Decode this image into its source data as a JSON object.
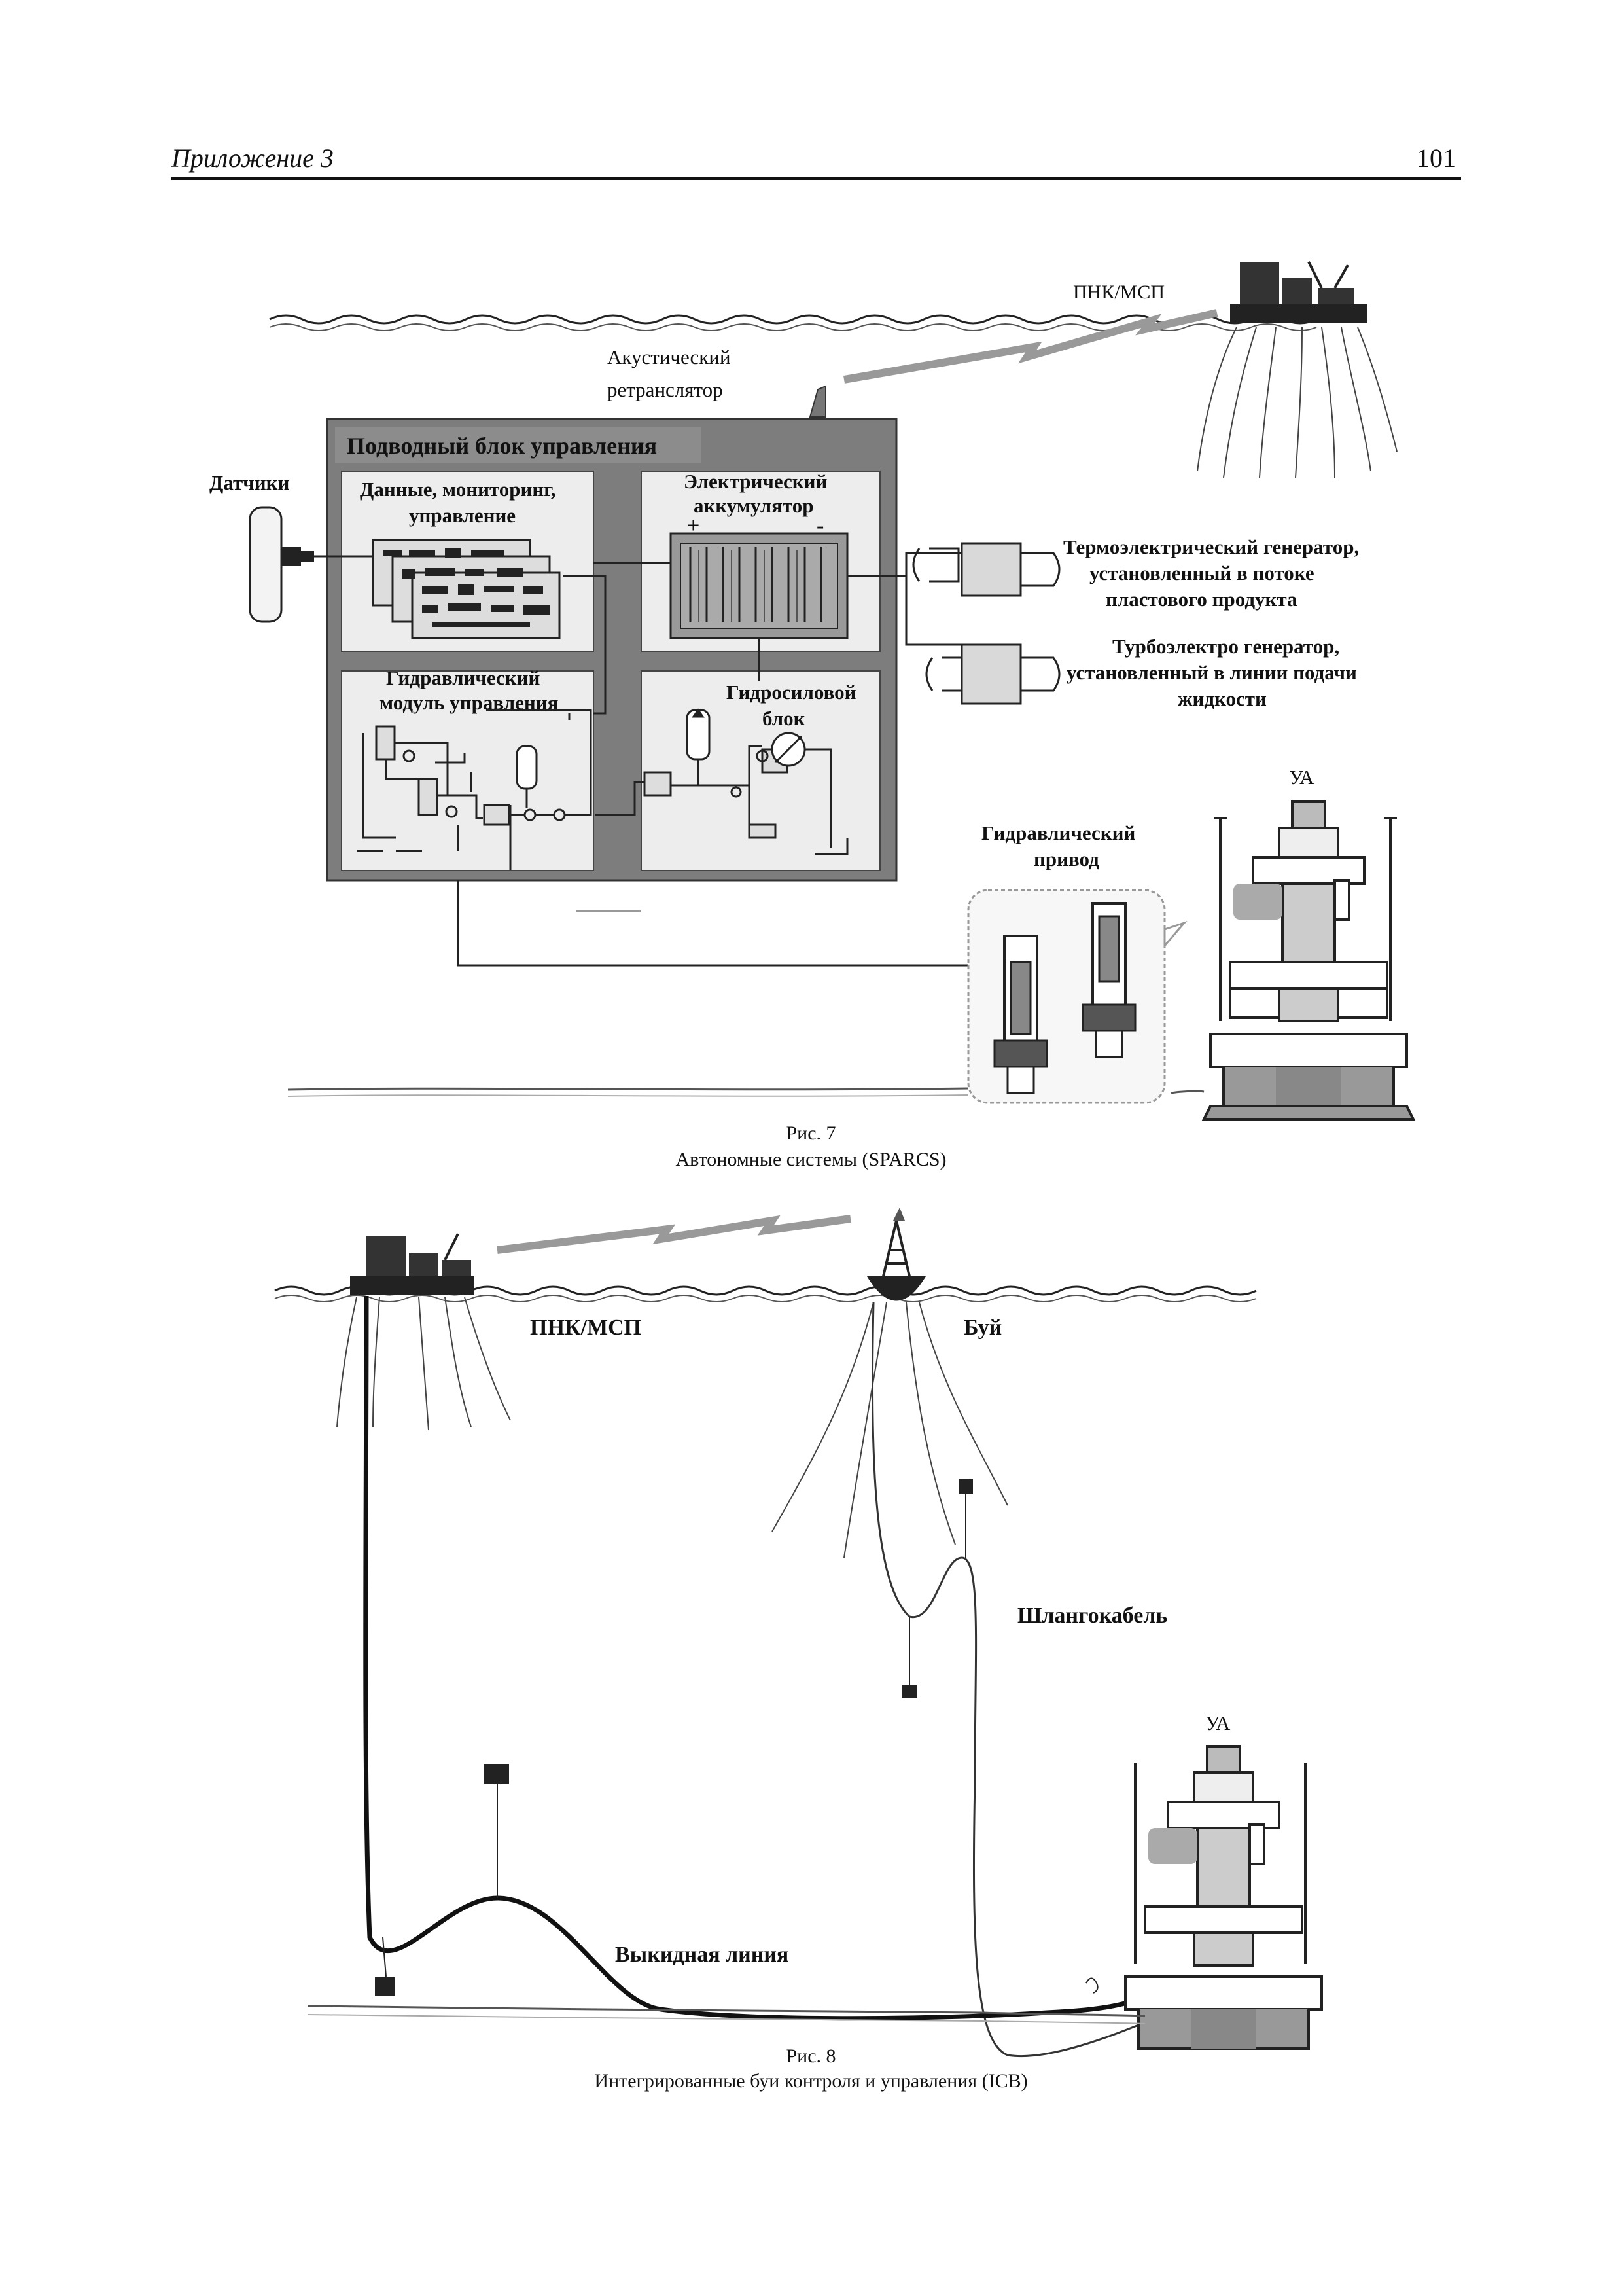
{
  "header": {
    "appendix": "Приложение 3",
    "page_number": "101"
  },
  "figure7": {
    "pnk_msp": "ПНК/МСП",
    "acoustic_line1": "Акустический",
    "acoustic_line2": "ретранслятор",
    "subsea_unit_title": "Подводный блок управления",
    "sensors": "Датчики",
    "data_line1": "Данные, мониторинг,",
    "data_line2": "управление",
    "battery_line1": "Электрический",
    "battery_line2": "аккумулятор",
    "plus": "+",
    "minus": "-",
    "hyd_module_line1": "Гидравлический",
    "hyd_module_line2": "модуль управления",
    "power_line1": "Гидросиловой",
    "power_line2": "блок",
    "thermo_line1": "Термоэлектрический генератор,",
    "thermo_line2": "установленный в потоке",
    "thermo_line3": "пластового продукта",
    "turbo_line1": "Турбоэлектро генератор,",
    "turbo_line2": "установленный в линии подачи",
    "turbo_line3": "жидкости",
    "ua": "УА",
    "actuator_line1": "Гидравлический",
    "actuator_line2": "привод",
    "caption_line1": "Рис. 7",
    "caption_line2": "Автономные системы (SPARCS)"
  },
  "figure8": {
    "pnk_msp": "ПНК/МСП",
    "buoy": "Буй",
    "umbilical": "Шлангокабель",
    "ua": "УА",
    "flowline": "Выкидная линия",
    "caption_line1": "Рис. 8",
    "caption_line2": "Интегрированные буи контроля и управления (ICB)"
  }
}
